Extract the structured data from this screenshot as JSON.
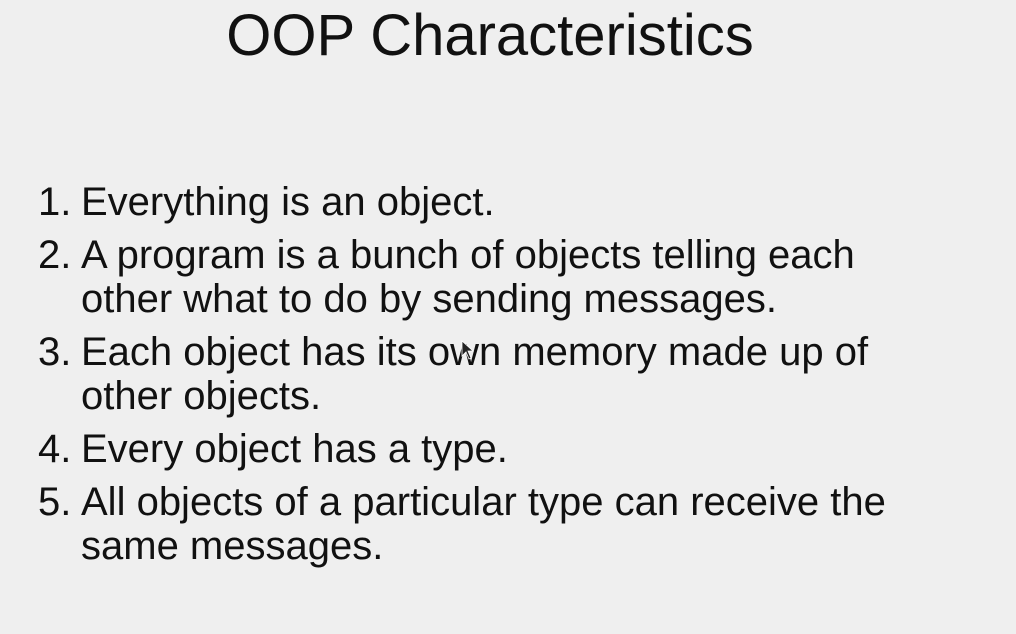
{
  "slide": {
    "title": "OOP Characteristics",
    "points": [
      {
        "num": "1.",
        "text": "Everything is an object."
      },
      {
        "num": "2.",
        "text": "A program is a bunch of objects telling each\nother what to do by sending messages."
      },
      {
        "num": "3.",
        "text": "Each object has its own memory made up of\nother objects."
      },
      {
        "num": "4.",
        "text": "Every object has a type."
      },
      {
        "num": "5.",
        "text": "All objects of a particular type can receive the\nsame messages."
      }
    ]
  },
  "cursor": {
    "icon": "mouse-pointer-icon",
    "color": "#222222"
  }
}
